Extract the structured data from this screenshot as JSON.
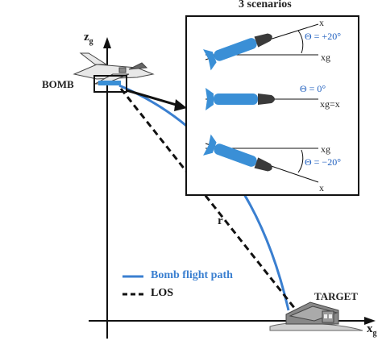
{
  "panel": {
    "title": "3 scenarios",
    "scenarios": [
      {
        "angle_label": "Θ = +20°",
        "axis_label": "x",
        "ref_label": "xg"
      },
      {
        "angle_label": "Θ = 0°",
        "axis_label": "xg=x"
      },
      {
        "angle_label": "Θ = −20°",
        "axis_label": "x",
        "ref_label": "xg"
      }
    ]
  },
  "axes": {
    "vertical_label_base": "z",
    "vertical_label_sub": "g",
    "horizontal_label_base": "x",
    "horizontal_label_sub": "g"
  },
  "labels": {
    "bomb": "BOMB",
    "target": "TARGET",
    "range": "r"
  },
  "legend": {
    "flight_path": "Bomb flight path",
    "los": "LOS"
  },
  "colors": {
    "bomb_body": "#3a8fd6",
    "bomb_nose": "#3a3a3a",
    "flight_path": "#3a7fd0",
    "los": "#111111"
  }
}
